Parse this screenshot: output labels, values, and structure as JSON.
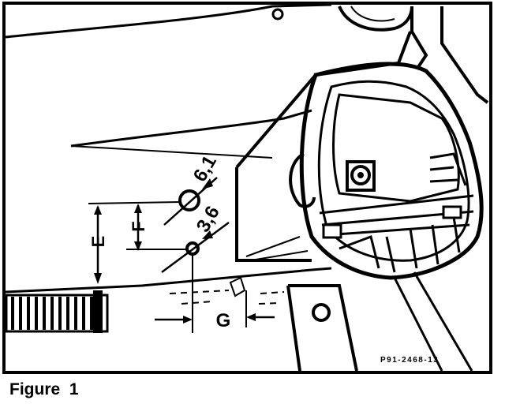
{
  "figure": {
    "caption": "Figure  1",
    "part_number": "P91-2468-13",
    "labels": {
      "e": "E",
      "f": "F",
      "g": "G",
      "dim_large": "6,1",
      "dim_small": "3,6"
    }
  }
}
